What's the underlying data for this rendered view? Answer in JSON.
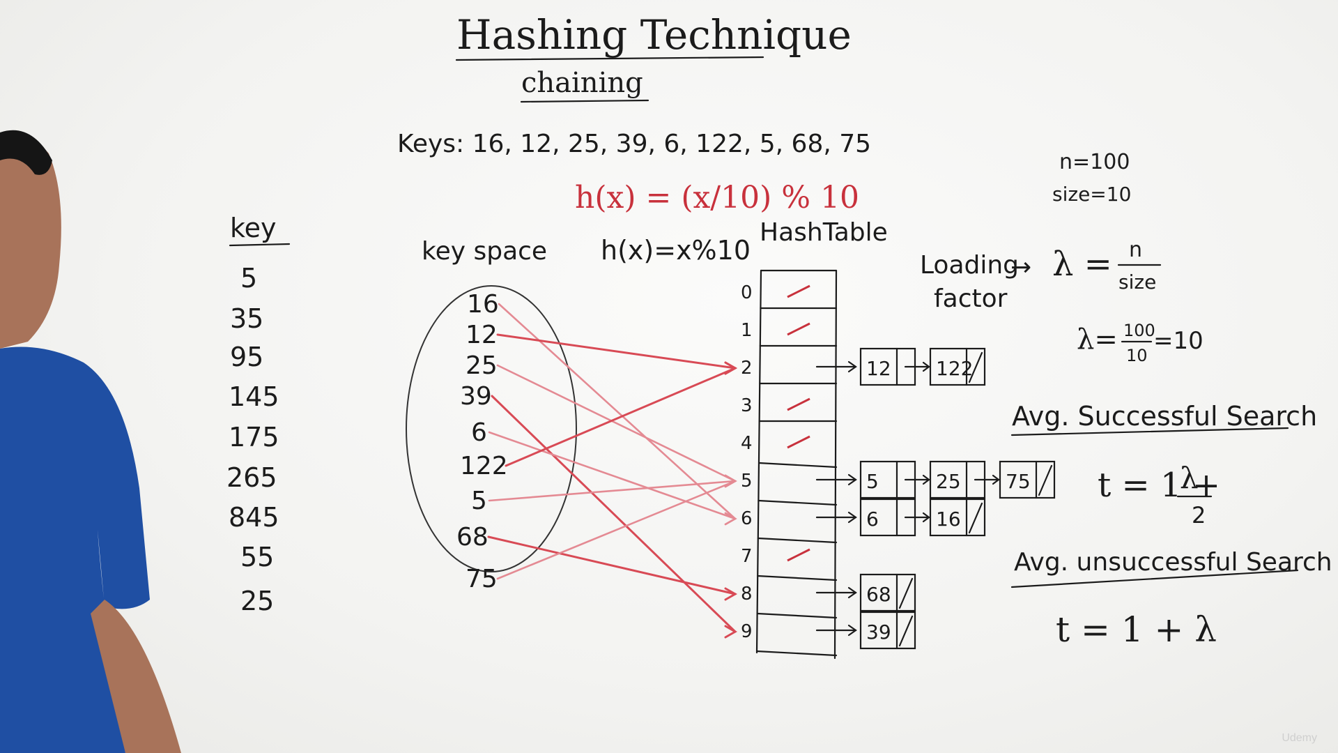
{
  "title": "Hashing Technique",
  "subtitle": "chaining",
  "keys_line": "Keys: 16, 12, 25, 39, 6, 122, 5, 68, 75",
  "formula_red": "h(x) = (x/10) % 10",
  "left_list": {
    "header": "key",
    "items": [
      "5",
      "35",
      "95",
      "145",
      "175",
      "265",
      "845",
      "55",
      "25"
    ]
  },
  "key_space": {
    "label": "key space",
    "keys": [
      "16",
      "12",
      "25",
      "39",
      "6",
      "122",
      "5",
      "68",
      "75"
    ]
  },
  "hash_fn": "h(x)=x%10",
  "hash_table": {
    "label": "HashTable",
    "indices": [
      "0",
      "1",
      "2",
      "3",
      "4",
      "5",
      "6",
      "7",
      "8",
      "9"
    ],
    "chains": [
      {
        "index": 2,
        "nodes": [
          "12",
          "122"
        ]
      },
      {
        "index": 5,
        "nodes": [
          "5",
          "25",
          "75"
        ]
      },
      {
        "index": 6,
        "nodes": [
          "6",
          "16"
        ]
      },
      {
        "index": 8,
        "nodes": [
          "68"
        ]
      },
      {
        "index": 9,
        "nodes": [
          "39"
        ]
      }
    ]
  },
  "mapping": [
    {
      "key": "16",
      "to": 6
    },
    {
      "key": "12",
      "to": 2
    },
    {
      "key": "25",
      "to": 5
    },
    {
      "key": "39",
      "to": 9
    },
    {
      "key": "6",
      "to": 6
    },
    {
      "key": "122",
      "to": 2
    },
    {
      "key": "5",
      "to": 5
    },
    {
      "key": "68",
      "to": 8
    },
    {
      "key": "75",
      "to": 5
    }
  ],
  "right_notes": {
    "n": "n=100",
    "size": "size=10",
    "loading_label_1": "Loading",
    "loading_label_2": "factor",
    "arrow": "→",
    "lambda_def_lhs": "λ =",
    "lambda_def_num": "n",
    "lambda_def_den": "size",
    "lambda_calc_lhs": "λ=",
    "lambda_calc_num": "100",
    "lambda_calc_den": "10",
    "lambda_calc_rhs": "=10",
    "succ_title": "Avg. Successful Search",
    "succ_formula_lhs": "t = 1 +",
    "succ_formula_num": "λ",
    "succ_formula_den": "2",
    "unsucc_title": "Avg. unsuccessful Search",
    "unsucc_formula": "t = 1 + λ"
  },
  "watermark": "Udemy",
  "colors": {
    "ink": "#1b1b1b",
    "red": "#c8313c",
    "arrow": "#d84a55",
    "shirt": "#1f4fa3",
    "skin": "#a8735a"
  }
}
